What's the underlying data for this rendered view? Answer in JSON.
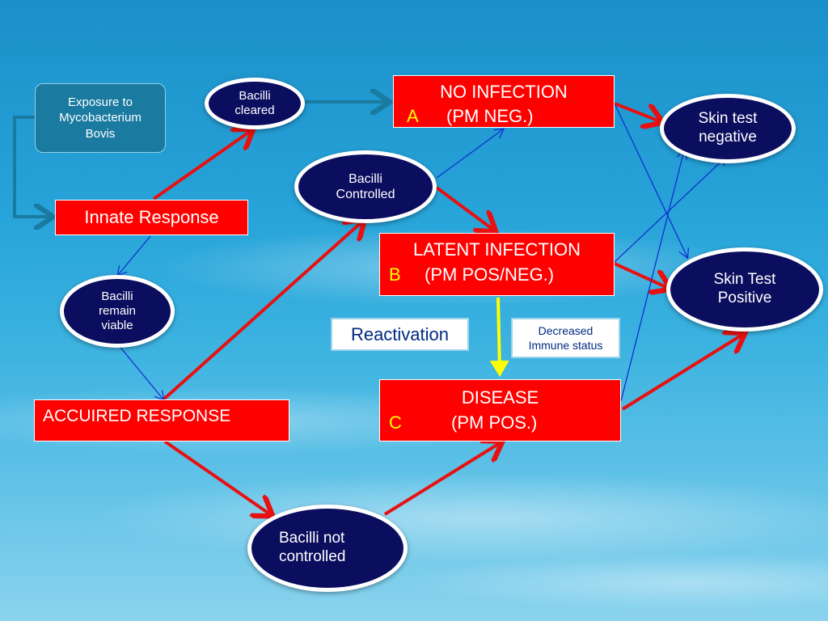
{
  "diagram": {
    "exposure": "Exposure to\nMycobacterium\nBovis",
    "innate_response": "Innate Response",
    "bacilli_cleared": "Bacilli\ncleared",
    "bacilli_controlled": "Bacilli\nControlled",
    "bacilli_remain_viable": "Bacilli\nremain\nviable",
    "acquired_response": "ACCUIRED RESPONSE",
    "bacilli_not_controlled": "Bacilli not\ncontrolled",
    "no_infection": {
      "title": "NO INFECTION",
      "letter": "A",
      "sub": "(PM NEG.)"
    },
    "latent_infection": {
      "title": "LATENT INFECTION",
      "letter": "B",
      "sub": "(PM POS/NEG.)"
    },
    "disease": {
      "title": "DISEASE",
      "letter": "C",
      "sub": "(PM POS.)"
    },
    "reactivation": "Reactivation",
    "decreased_immune": "Decreased\nImmune status",
    "skin_test_negative": "Skin test\nnegative",
    "skin_test_positive": "Skin Test\nPositive"
  },
  "colors": {
    "red_box": "#ff0000",
    "oval_fill": "#0b0d5e",
    "exposure_fill": "#1a7aa0",
    "red_arrow": "#e81010",
    "blue_arrow": "#1030d0",
    "yellow_arrow": "#ffff00",
    "teal_arrow": "#1a7aa0"
  }
}
